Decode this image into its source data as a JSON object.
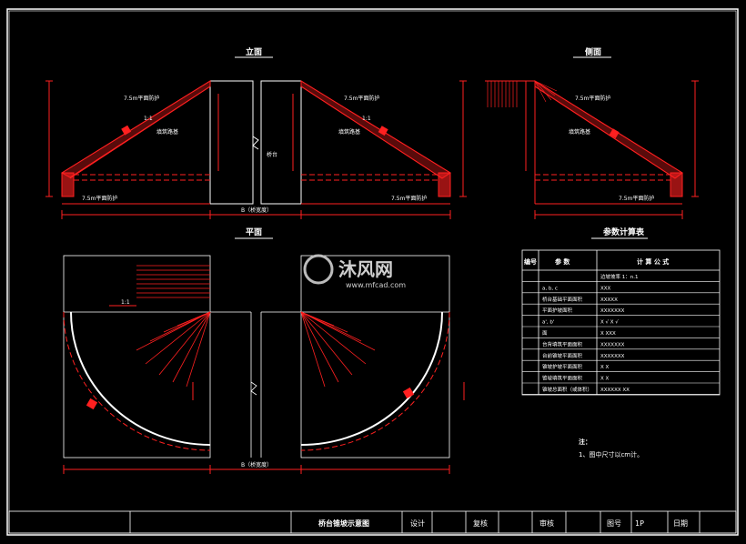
{
  "views": {
    "front": "立面",
    "side": "侧面",
    "plan": "平面",
    "table": "参数计算表"
  },
  "labels": {
    "slope_top_left": "7.5m平面防护",
    "slope_top_right": "7.5m平面防护",
    "slope_top_side": "7.5m平面防护",
    "fill_left": "填筑路基",
    "fill_right": "填筑路基",
    "fill_side": "填筑路基",
    "bottom_left": "7.5m平面防护",
    "bottom_right": "7.5m平面防护",
    "bottom_side": "7.5m平面防护",
    "ratio_left": "1:1",
    "ratio_right": "1:1",
    "bridge_gap": "桥台",
    "dim_b": "B",
    "dim_b_span": "B（桥宽度）",
    "dim_b_span_plan": "B（桥宽度）",
    "plan_ratio": "1:1"
  },
  "params_table": {
    "headers": [
      "编号",
      "参 数",
      "计 算 公 式"
    ],
    "rows": [
      [
        "",
        "",
        "边坡坡率 1：n.1"
      ],
      [
        "",
        "a, b, c",
        "XXX"
      ],
      [
        "",
        "桥台基础平面面积",
        "XXXXX"
      ],
      [
        "",
        "平面护坡面积",
        "XXXXXXX"
      ],
      [
        "",
        "a', b'",
        "X     √      X    √"
      ],
      [
        "",
        "面",
        "X XXX"
      ],
      [
        "",
        "台背填筑平面面积",
        "XXXXXXX"
      ],
      [
        "",
        "台前锥坡平面面积",
        "XXXXXXX"
      ],
      [
        "",
        "锥坡护坡平面面积",
        "X X"
      ],
      [
        "",
        "锥坡填筑平面面积",
        "X X"
      ],
      [
        "",
        "锥坡总面积（或体积）",
        "XXXXXX XX"
      ]
    ]
  },
  "notes": {
    "title": "注：",
    "line1": "1、图中尺寸以cm计。"
  },
  "title_block": {
    "drawing_name": "桥台锥坡示意图",
    "design": "设计",
    "review": "复核",
    "approve": "审核",
    "drawing_no": "图号",
    "drawing_no_value": "1P",
    "date": "日期"
  },
  "watermark": {
    "brand": "沐风网",
    "url": "www.mfcad.com"
  },
  "colors": {
    "background": "#000000",
    "frame": "#ffffff",
    "drawing": "#ff2020",
    "text": "#ffffff"
  }
}
